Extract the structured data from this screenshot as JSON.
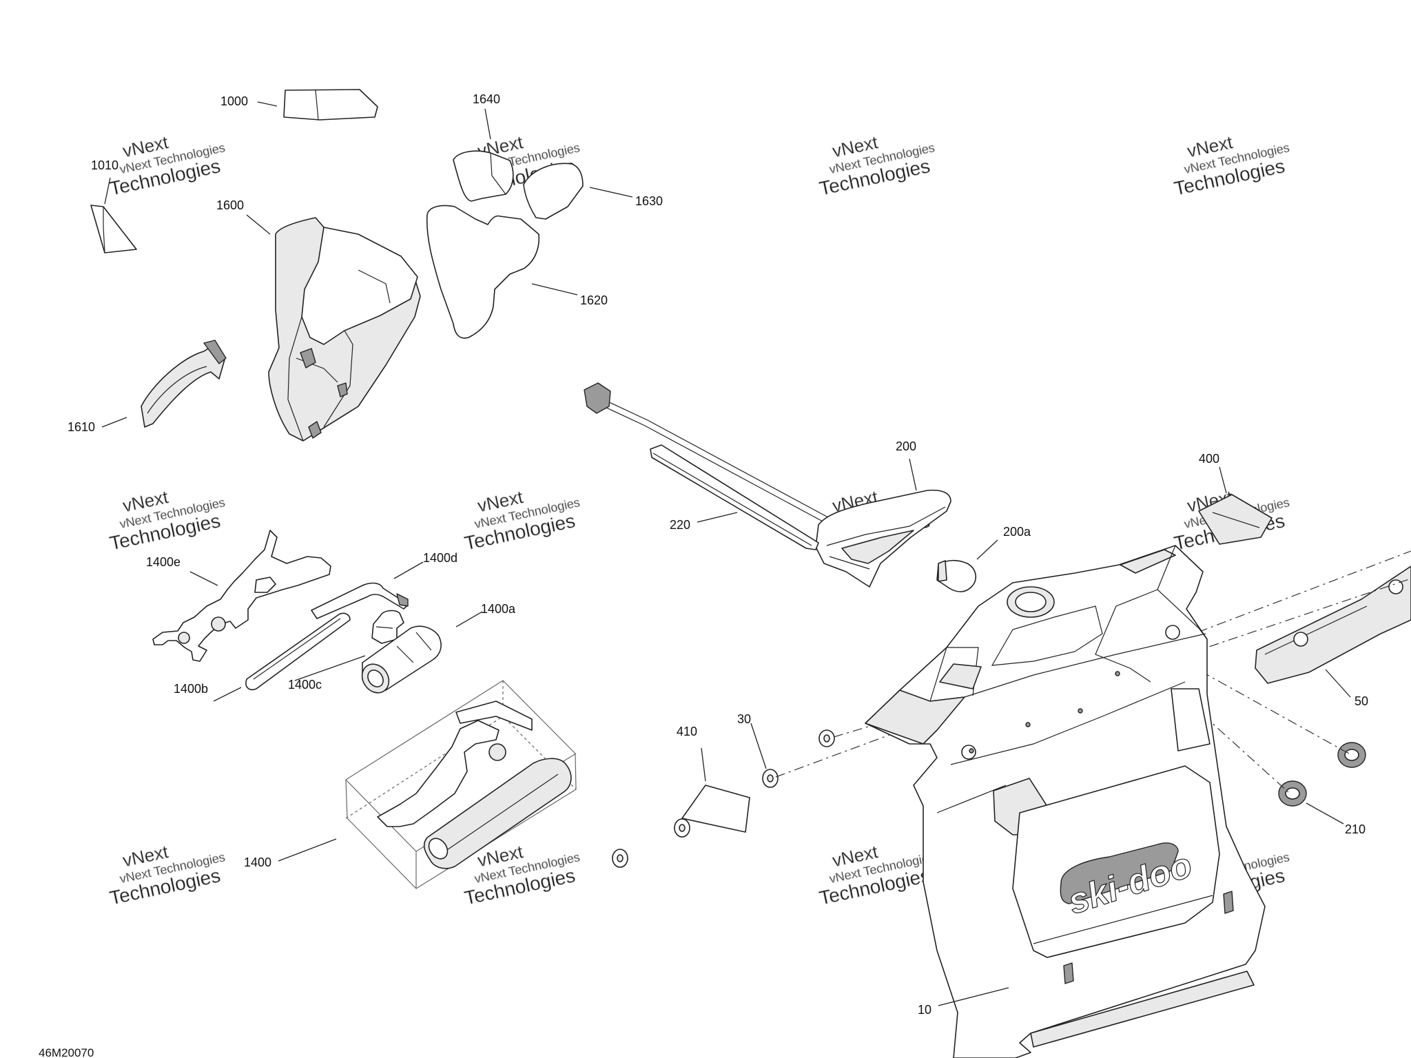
{
  "diagram_id": "46M20070",
  "watermark": {
    "line1": "vNext",
    "line2": "vNext Technologies",
    "line3": "Technologies"
  },
  "callouts": {
    "c1000": "1000",
    "c1010": "1010",
    "c1600": "1600",
    "c1610": "1610",
    "c1620": "1620",
    "c1630": "1630",
    "c1640": "1640",
    "c1400": "1400",
    "c1400a": "1400a",
    "c1400b": "1400b",
    "c1400c": "1400c",
    "c1400d": "1400d",
    "c1400e": "1400e",
    "c200": "200",
    "c200a": "200a",
    "c220": "220",
    "c400": "400",
    "c410": "410",
    "c30": "30",
    "c50": "50",
    "c210": "210",
    "c10": "10"
  },
  "logo_text": "ski-doo"
}
